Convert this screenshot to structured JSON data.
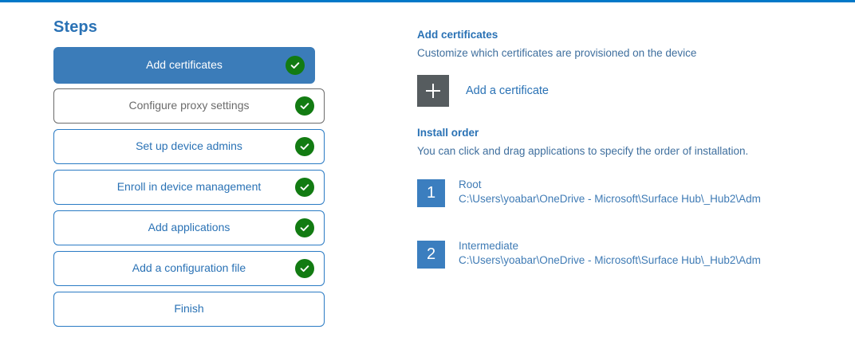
{
  "theme": {
    "accent_blue": "#0078c8",
    "step_active_bg": "#3b7cb9",
    "link_blue": "#2a72b5",
    "muted_gray": "#6b6b6b",
    "check_green": "#127b12",
    "tile_gray": "#565c5f",
    "order_tile_blue": "#3b7ebf"
  },
  "steps_pane": {
    "title": "Steps",
    "items": [
      {
        "label": "Add certificates",
        "state": "active",
        "completed": true
      },
      {
        "label": "Configure proxy settings",
        "state": "muted",
        "completed": true
      },
      {
        "label": "Set up device admins",
        "state": "default",
        "completed": true
      },
      {
        "label": "Enroll in device management",
        "state": "default",
        "completed": true
      },
      {
        "label": "Add applications",
        "state": "default",
        "completed": true
      },
      {
        "label": "Add a configuration file",
        "state": "default",
        "completed": true
      },
      {
        "label": "Finish",
        "state": "default",
        "completed": false
      }
    ]
  },
  "detail": {
    "certificates": {
      "heading": "Add certificates",
      "subtitle": "Customize which certificates are provisioned on the device",
      "add_label": "Add a certificate",
      "add_icon": "plus-icon"
    },
    "install_order": {
      "heading": "Install order",
      "subtitle": "You can click and drag applications to specify the order of installation.",
      "items": [
        {
          "number": "1",
          "name": "Root",
          "path": "C:\\Users\\yoabar\\OneDrive - Microsoft\\Surface Hub\\_Hub2\\Adm"
        },
        {
          "number": "2",
          "name": "Intermediate",
          "path": "C:\\Users\\yoabar\\OneDrive - Microsoft\\Surface Hub\\_Hub2\\Adm"
        }
      ]
    }
  }
}
